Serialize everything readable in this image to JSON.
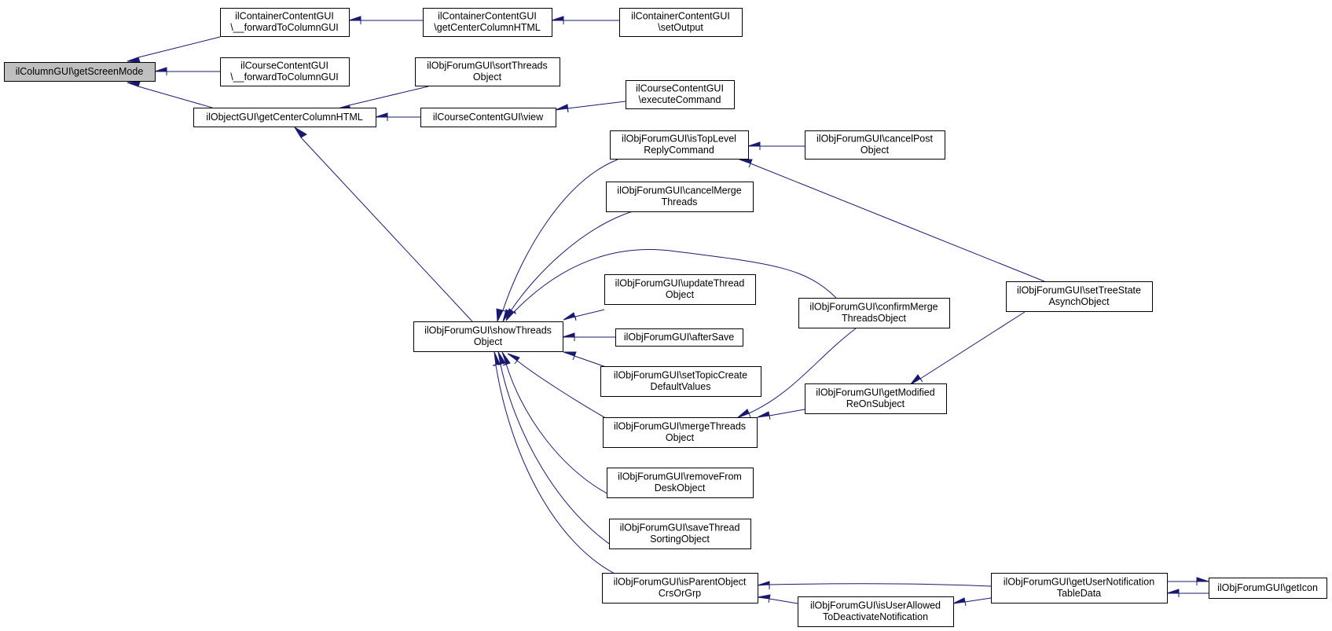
{
  "graph": {
    "nodes": [
      {
        "id": "root",
        "lines": [
          "ilColumnGUI\\getScreenMode"
        ],
        "root": true
      },
      {
        "id": "cc_fwd",
        "lines": [
          "ilContainerContentGUI",
          "\\__forwardToColumnGUI"
        ]
      },
      {
        "id": "cc_center",
        "lines": [
          "ilContainerContentGUI",
          "\\getCenterColumnHTML"
        ]
      },
      {
        "id": "cc_setout",
        "lines": [
          "ilContainerContentGUI",
          "\\setOutput"
        ]
      },
      {
        "id": "crs_fwd",
        "lines": [
          "ilCourseContentGUI",
          "\\__forwardToColumnGUI"
        ]
      },
      {
        "id": "obj_center",
        "lines": [
          "ilObjectGUI\\getCenterColumnHTML"
        ]
      },
      {
        "id": "sort",
        "lines": [
          "ilObjForumGUI\\sortThreads",
          "Object"
        ]
      },
      {
        "id": "view",
        "lines": [
          "ilCourseContentGUI\\view"
        ]
      },
      {
        "id": "exec",
        "lines": [
          "ilCourseContentGUI",
          "\\executeCommand"
        ]
      },
      {
        "id": "istop",
        "lines": [
          "ilObjForumGUI\\isTopLevel",
          "ReplyCommand"
        ]
      },
      {
        "id": "cancelpost",
        "lines": [
          "ilObjForumGUI\\cancelPost",
          "Object"
        ]
      },
      {
        "id": "cancelmerge",
        "lines": [
          "ilObjForumGUI\\cancelMerge",
          "Threads"
        ]
      },
      {
        "id": "updatethread",
        "lines": [
          "ilObjForumGUI\\updateThread",
          "Object"
        ]
      },
      {
        "id": "show",
        "lines": [
          "ilObjForumGUI\\showThreads",
          "Object"
        ]
      },
      {
        "id": "aftersave",
        "lines": [
          "ilObjForumGUI\\afterSave"
        ]
      },
      {
        "id": "confirmmerge",
        "lines": [
          "ilObjForumGUI\\confirmMerge",
          "ThreadsObject"
        ]
      },
      {
        "id": "settree",
        "lines": [
          "ilObjForumGUI\\setTreeState",
          "AsynchObject"
        ]
      },
      {
        "id": "settopic",
        "lines": [
          "ilObjForumGUI\\setTopicCreate",
          "DefaultValues"
        ]
      },
      {
        "id": "getmodified",
        "lines": [
          "ilObjForumGUI\\getModified",
          "ReOnSubject"
        ]
      },
      {
        "id": "mergethreads",
        "lines": [
          "ilObjForumGUI\\mergeThreads",
          "Object"
        ]
      },
      {
        "id": "removefrom",
        "lines": [
          "ilObjForumGUI\\removeFrom",
          "DeskObject"
        ]
      },
      {
        "id": "savethread",
        "lines": [
          "ilObjForumGUI\\saveThread",
          "SortingObject"
        ]
      },
      {
        "id": "isparent",
        "lines": [
          "ilObjForumGUI\\isParentObject",
          "CrsOrGrp"
        ]
      },
      {
        "id": "getusernotif",
        "lines": [
          "ilObjForumGUI\\getUserNotification",
          "TableData"
        ]
      },
      {
        "id": "getico",
        "lines": [
          "ilObjForumGUI\\getIcon"
        ]
      },
      {
        "id": "isuserallowed",
        "lines": [
          "ilObjForumGUI\\isUserAllowed",
          "ToDeactivateNotification"
        ]
      }
    ]
  }
}
